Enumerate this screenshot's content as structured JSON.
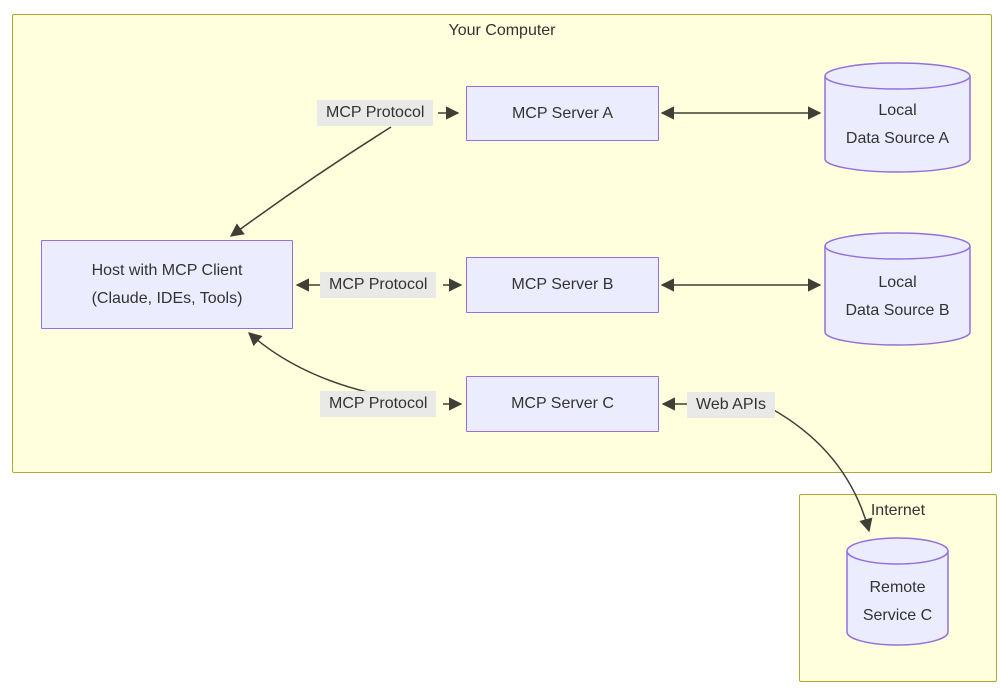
{
  "clusters": {
    "computer": {
      "title": "Your Computer"
    },
    "internet": {
      "title": "Internet"
    }
  },
  "nodes": {
    "host": {
      "lines": [
        "Host with MCP Client",
        "(Claude, IDEs, Tools)"
      ]
    },
    "server_a": {
      "label": "MCP Server A"
    },
    "server_b": {
      "label": "MCP Server B"
    },
    "server_c": {
      "label": "MCP Server C"
    },
    "ds_a": {
      "lines": [
        "Local",
        "Data Source A"
      ]
    },
    "ds_b": {
      "lines": [
        "Local",
        "Data Source B"
      ]
    },
    "remote_c": {
      "lines": [
        "Remote",
        "Service C"
      ]
    }
  },
  "edge_labels": {
    "mcp_a": "MCP Protocol",
    "mcp_b": "MCP Protocol",
    "mcp_c": "MCP Protocol",
    "web_apis": "Web APIs"
  },
  "colors": {
    "cluster_fill": "#ffffde",
    "cluster_border": "#aaaa33",
    "node_fill": "#ECECFF",
    "node_border": "#9370DB",
    "edge_label_bg": "#e8e8e8",
    "line": "#3f3f35",
    "text": "#333333"
  }
}
